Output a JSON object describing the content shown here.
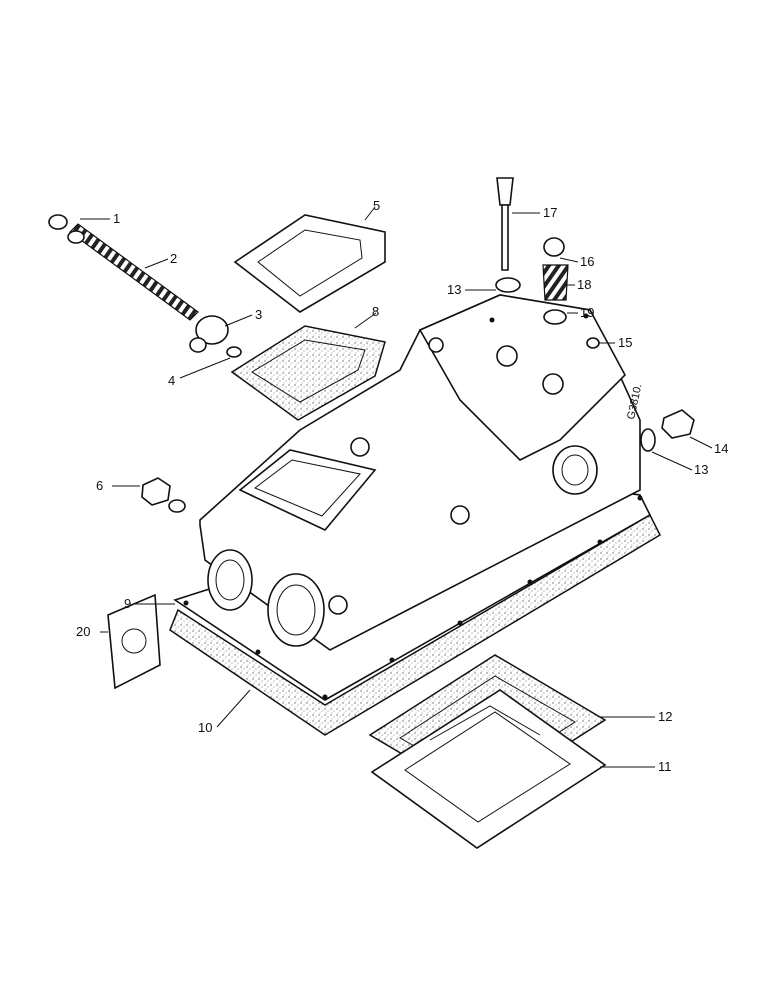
{
  "diagram": {
    "drawing_code": "G3810.",
    "callouts": [
      "1",
      "2",
      "3",
      "4",
      "5",
      "8",
      "6",
      "9",
      "20",
      "10",
      "17",
      "16",
      "13",
      "18",
      "19",
      "15",
      "14",
      "13",
      "12",
      "11"
    ]
  }
}
